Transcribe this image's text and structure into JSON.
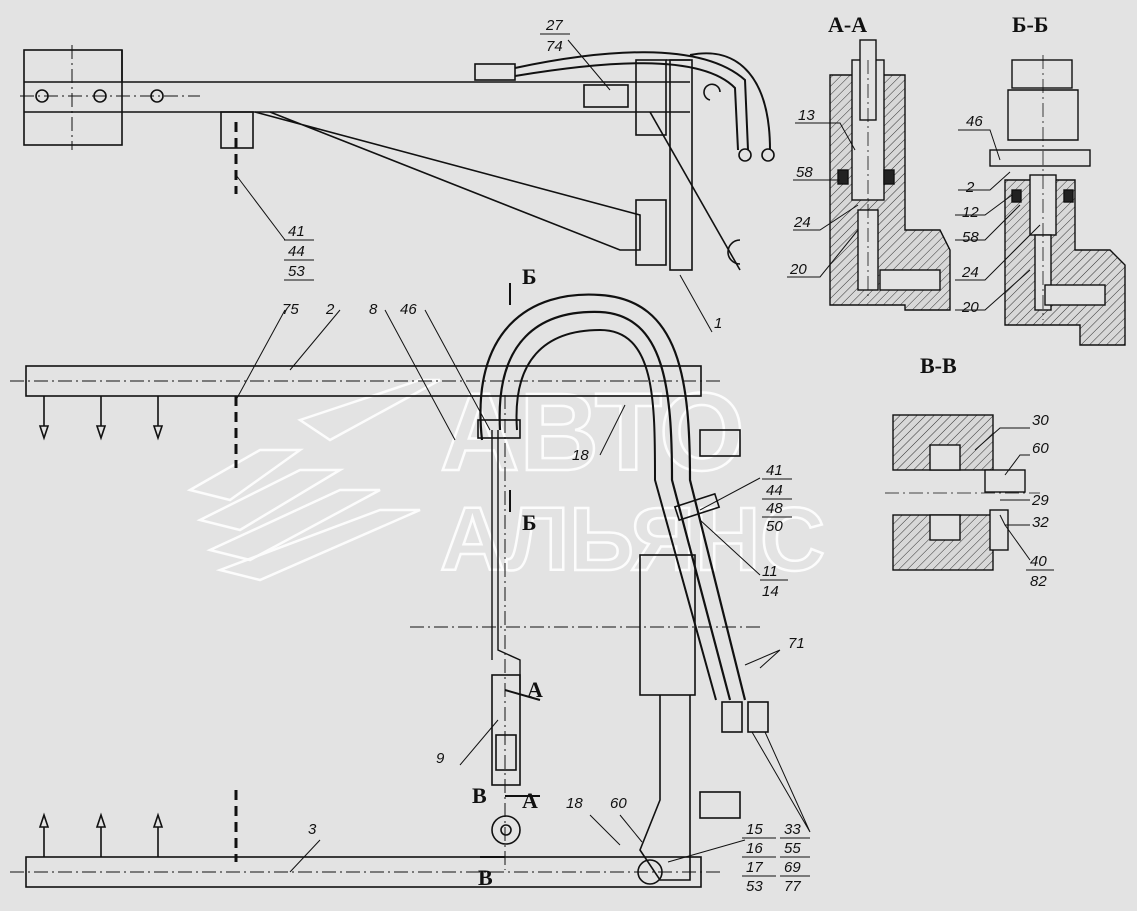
{
  "watermark": {
    "line1": "АВТО",
    "line2": "АЛЬЯНС"
  },
  "section_titles": {
    "aa": "А-А",
    "bb": "Б-Б",
    "vv": "В-В"
  },
  "cut_marks": {
    "b_top": "Б",
    "b_mid": "Б",
    "a_right": "А",
    "a_low": "А",
    "v_low_left": "В",
    "v_bottom": "В"
  },
  "callouts": {
    "c27": "27",
    "c74": "74",
    "c41a": "41",
    "c44a": "44",
    "c53a": "53",
    "c1": "1",
    "aa13": "13",
    "aa58": "58",
    "aa24": "24",
    "aa20": "20",
    "bb46": "46",
    "bb2": "2",
    "bb12": "12",
    "bb58": "58",
    "bb24": "24",
    "bb20": "20",
    "vv30": "30",
    "vv60": "60",
    "vv29": "29",
    "vv32": "32",
    "vv40": "40",
    "vv82": "82",
    "f75": "75",
    "f2": "2",
    "f8": "8",
    "f46": "46",
    "f18a": "18",
    "f41": "41",
    "f44": "44",
    "f48": "48",
    "f50": "50",
    "f11": "11",
    "f14": "14",
    "f71": "71",
    "f9": "9",
    "f3": "3",
    "f18b": "18",
    "f60": "60",
    "f15": "15",
    "f16": "16",
    "f17": "17",
    "f53": "53",
    "f33": "33",
    "f55": "55",
    "f69": "69",
    "f77": "77"
  }
}
